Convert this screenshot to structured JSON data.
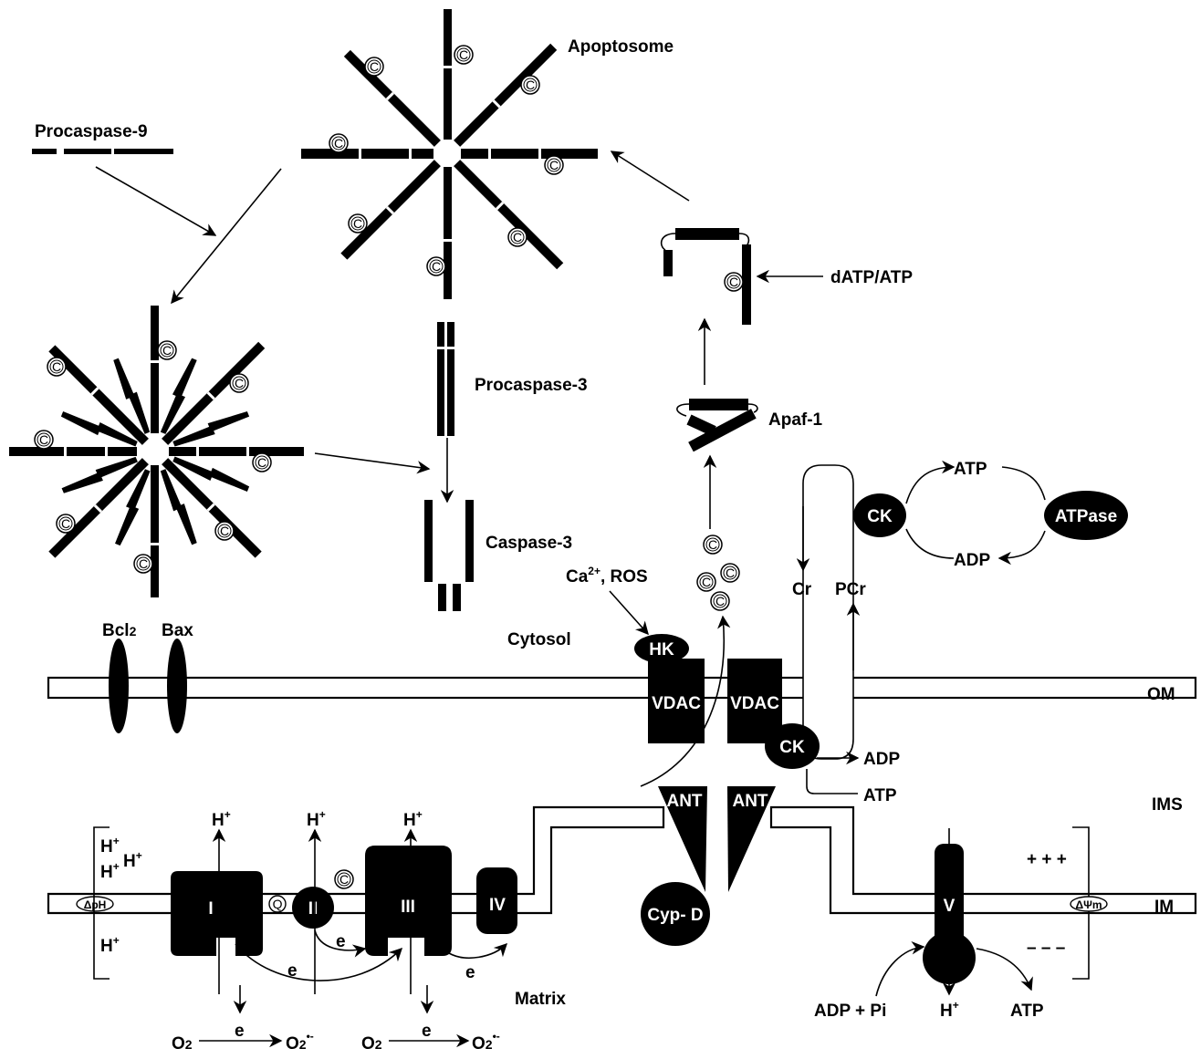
{
  "labels": {
    "apoptosome": "Apoptosome",
    "procaspase9": "Procaspase-9",
    "procaspase3": "Procaspase-3",
    "caspase3": "Caspase-3",
    "apaf1": "Apaf-1",
    "datp": "dATP/ATP",
    "ca_ros": "Ca",
    "ca_sup": "2+",
    "ca_ros_rest": ", ROS",
    "cytosol": "Cytosol",
    "bcl2": "Bcl",
    "bcl2_sub": "2",
    "bax": "Bax",
    "om": "OM",
    "ims": "IMS",
    "im": "IM",
    "matrix": "Matrix",
    "hk": "HK",
    "vdac": "VDAC",
    "ck": "CK",
    "atpase": "ATPase",
    "atp": "ATP",
    "adp": "ADP",
    "cr": "Cr",
    "pcr": "PCr",
    "ant": "ANT",
    "cypd": "Cyp- D",
    "complex1": "I",
    "complex2": "II",
    "complex3": "III",
    "complex4": "IV",
    "complex5": "V",
    "hplus": "H",
    "plus_sup": "+",
    "e": "e",
    "o2": "O",
    "o2_sub": "2",
    "superoxide_sup": "•-",
    "adp_pi": "ADP + Pi",
    "delta_ph": "ΔpH",
    "delta_psi": "ΔΨm",
    "plus_signs": "+ + +",
    "minus_signs": "– – –",
    "cyt_c": "C",
    "q": "Q"
  }
}
